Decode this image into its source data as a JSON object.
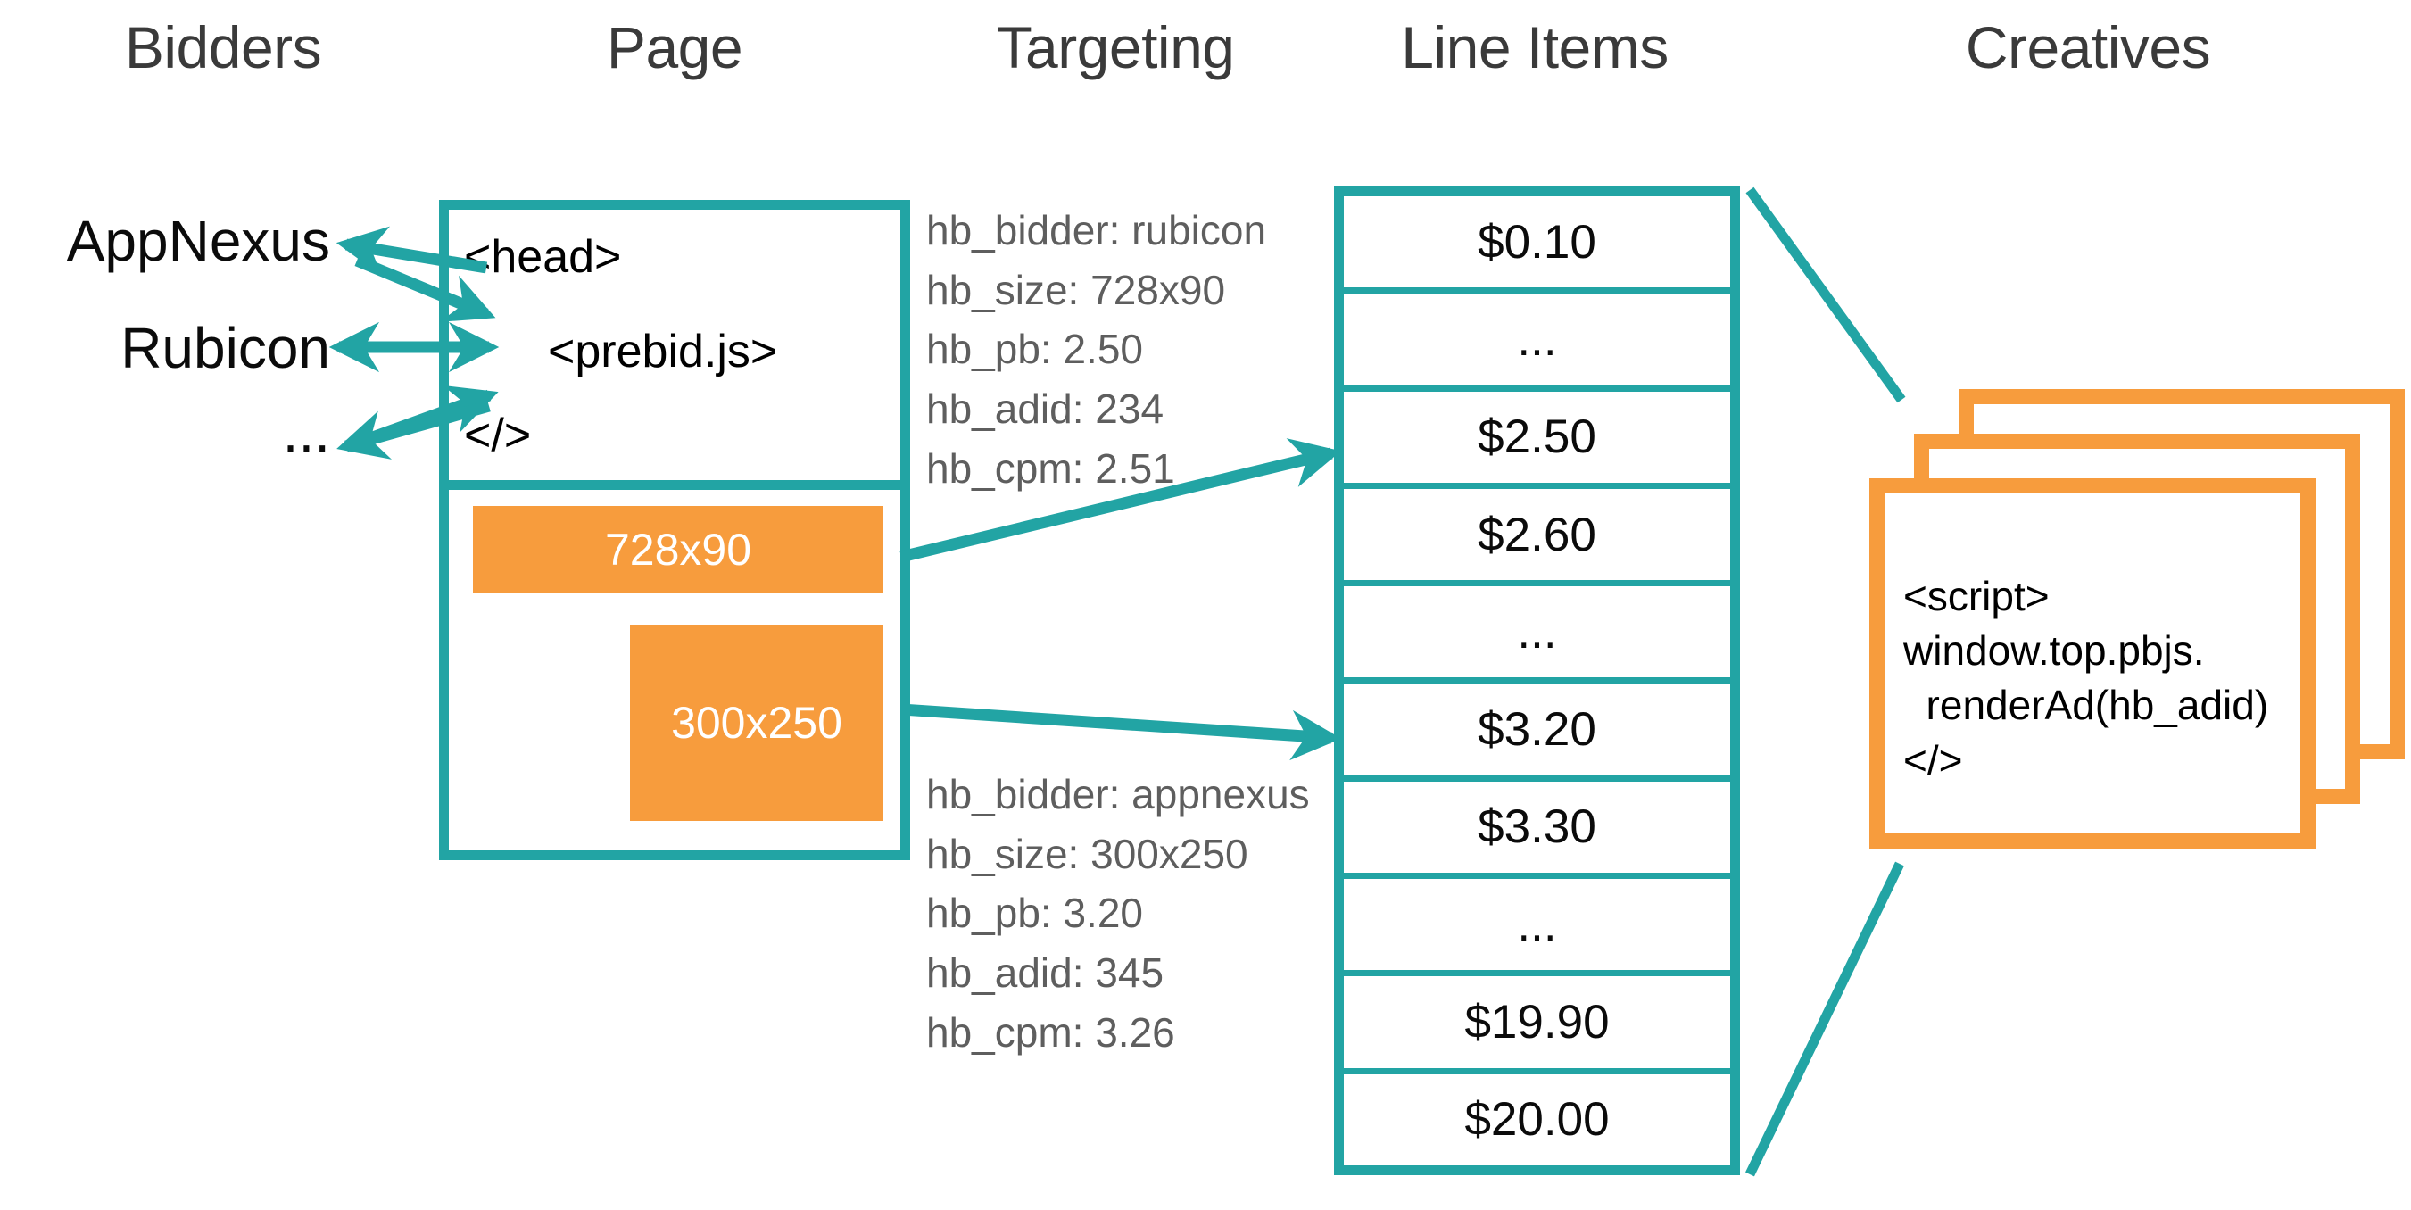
{
  "diagram": {
    "title": "Prebid.js header bidding flow",
    "colors": {
      "teal": "#22a4a4",
      "orange": "#f79c3d",
      "header_text": "#3a3a3a",
      "body_text": "#0b0b0b",
      "targeting_text": "#5e5e5e",
      "background": "#ffffff"
    }
  },
  "columns": [
    {
      "id": "bidders",
      "label": "Bidders"
    },
    {
      "id": "page",
      "label": "Page"
    },
    {
      "id": "targeting",
      "label": "Targeting"
    },
    {
      "id": "line_items",
      "label": "Line Items"
    },
    {
      "id": "creatives",
      "label": "Creatives"
    }
  ],
  "bidders": {
    "items": [
      {
        "label": "AppNexus"
      },
      {
        "label": "Rubicon"
      },
      {
        "label": "..."
      }
    ]
  },
  "page": {
    "head": {
      "open_tag": "<head>",
      "script_tag": "<prebid.js>",
      "close_tag": "</>"
    },
    "ad_slots": [
      {
        "label": "728x90"
      },
      {
        "label": "300x250"
      }
    ]
  },
  "targeting": {
    "blocks": [
      {
        "id": "targeting-rubicon",
        "lines": [
          "hb_bidder: rubicon",
          "hb_size: 728x90",
          "hb_pb: 2.50",
          "hb_adid: 234",
          "hb_cpm: 2.51"
        ]
      },
      {
        "id": "targeting-appnexus",
        "lines": [
          "hb_bidder: appnexus",
          "hb_size: 300x250",
          "hb_pb: 3.20",
          "hb_adid: 345",
          "hb_cpm: 3.26"
        ]
      }
    ]
  },
  "line_items": {
    "rows": [
      {
        "value": "$0.10"
      },
      {
        "value": "..."
      },
      {
        "value": "$2.50"
      },
      {
        "value": "$2.60"
      },
      {
        "value": "..."
      },
      {
        "value": "$3.20"
      },
      {
        "value": "$3.30"
      },
      {
        "value": "..."
      },
      {
        "value": "$19.90"
      },
      {
        "value": "$20.00"
      }
    ]
  },
  "creatives": {
    "card_count": 3,
    "code": "<script>\nwindow.top.pbjs.\n  renderAd(hb_adid)\n</>"
  }
}
